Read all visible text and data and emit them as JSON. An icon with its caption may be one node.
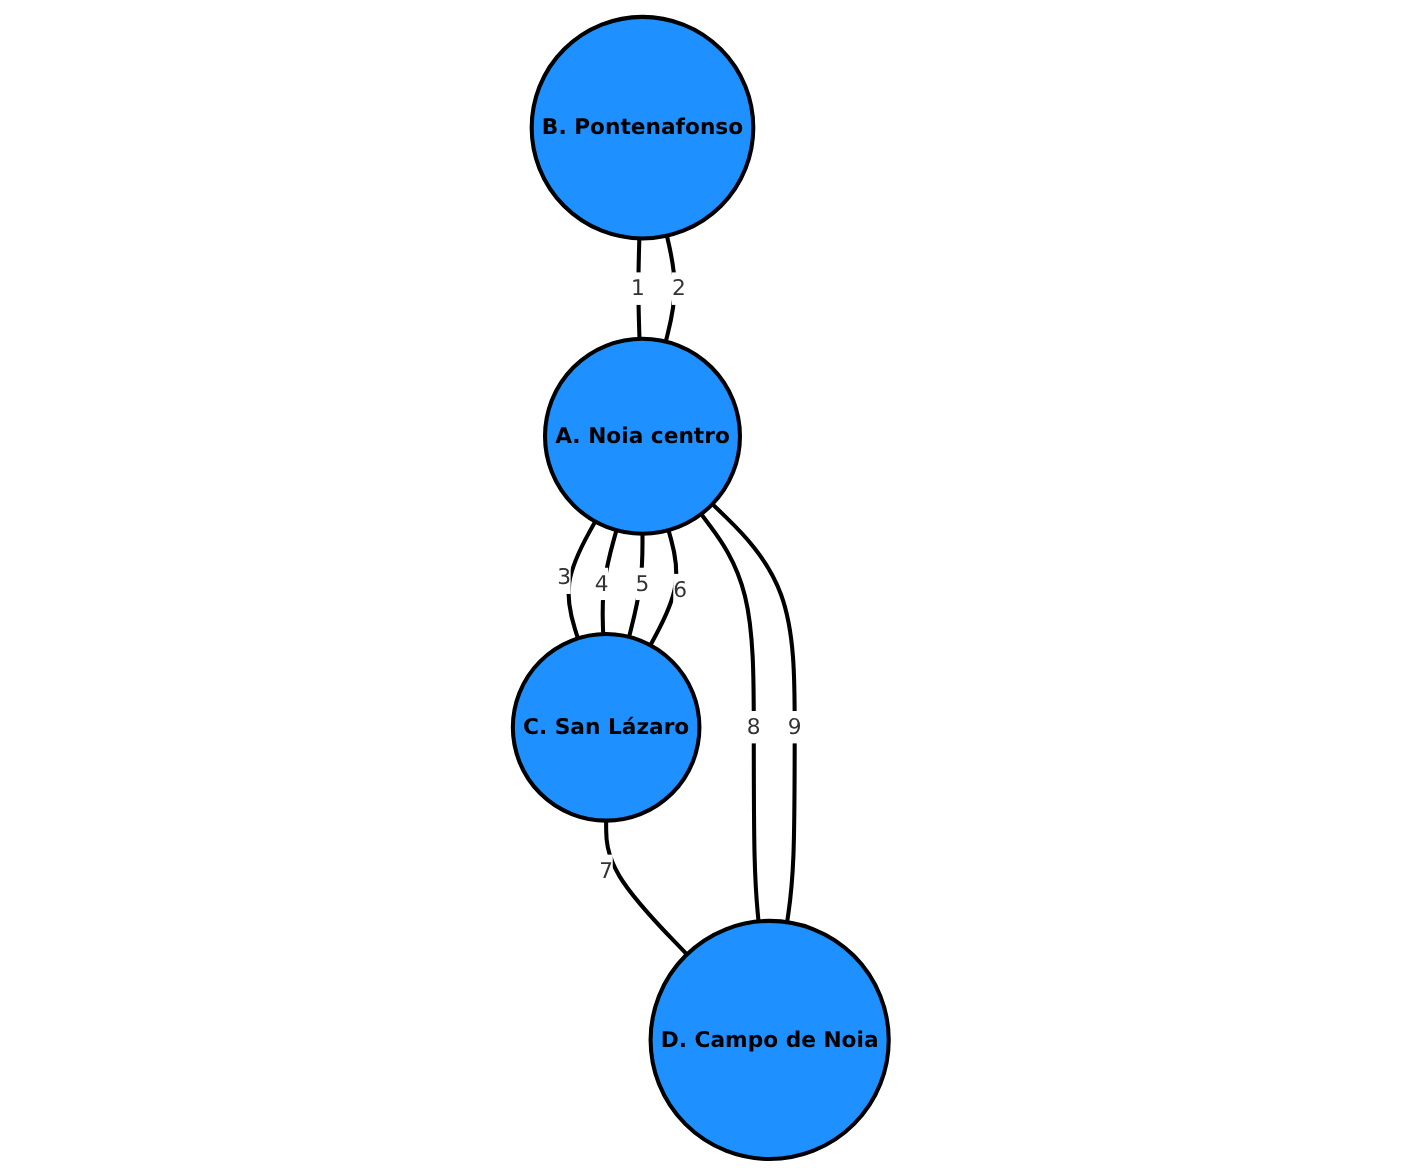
{
  "diagram": {
    "nodes": [
      {
        "text": [
          "A. Noia centro"
        ]
      },
      {
        "text": [
          "B. Pontenafonso"
        ]
      },
      {
        "text": [
          "C. San Lázaro"
        ]
      },
      {
        "text": [
          "D. Campo de Noia"
        ]
      }
    ],
    "edges": [
      {
        "from": 1,
        "to": 0,
        "arrow": "none",
        "label": "1"
      },
      {
        "from": 1,
        "to": 0,
        "arrow": "none",
        "label": "2"
      },
      {
        "from": 0,
        "to": 2,
        "arrow": "none",
        "label": "3"
      },
      {
        "from": 0,
        "to": 2,
        "arrow": "none",
        "label": "4"
      },
      {
        "from": 0,
        "to": 2,
        "arrow": "none",
        "label": "5"
      },
      {
        "from": 0,
        "to": 2,
        "arrow": "none",
        "label": "6"
      },
      {
        "from": 2,
        "to": 3,
        "arrow": "none",
        "label": "7"
      },
      {
        "from": 0,
        "to": 3,
        "arrow": "none",
        "label": "8"
      },
      {
        "from": 3,
        "to": 0,
        "arrow": "none",
        "label": "9"
      }
    ]
  }
}
